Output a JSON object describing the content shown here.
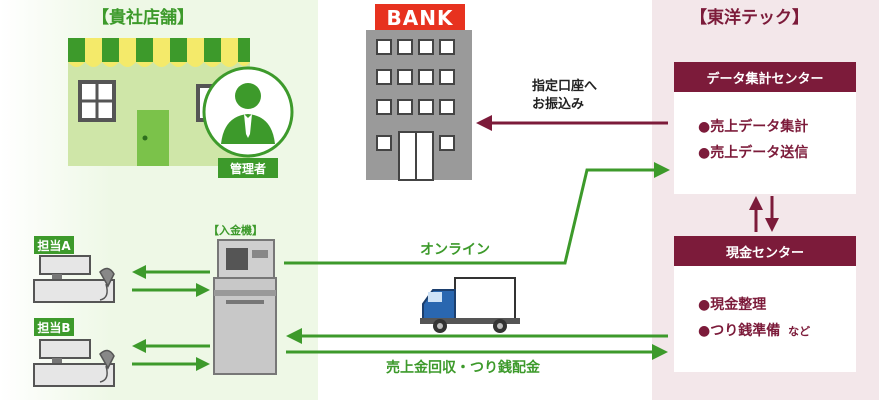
{
  "store": {
    "title": "【貴社店舗】",
    "manager_label": "管理者",
    "staff_a_label": "担当A",
    "staff_b_label": "担当B",
    "deposit_machine_label": "【入金機】"
  },
  "bank": {
    "sign": "BANK"
  },
  "company": {
    "title": "【東洋テック】",
    "data_center": {
      "header": "データ集計センター",
      "items": [
        "●売上データ集計",
        "●売上データ送信"
      ]
    },
    "cash_center": {
      "header": "現金センター",
      "items": [
        "●現金整理",
        "●つり銭準備"
      ],
      "suffix": "など"
    }
  },
  "flows": {
    "transfer_line1": "指定口座へ",
    "transfer_line2": "お振込み",
    "online": "オンライン",
    "collection": "売上金回収・つり銭配金"
  },
  "colors": {
    "green": "#3d9a2b",
    "maroon": "#7c1b3a",
    "store_bg": "#eef8e6",
    "company_bg": "#f3e7ea"
  }
}
